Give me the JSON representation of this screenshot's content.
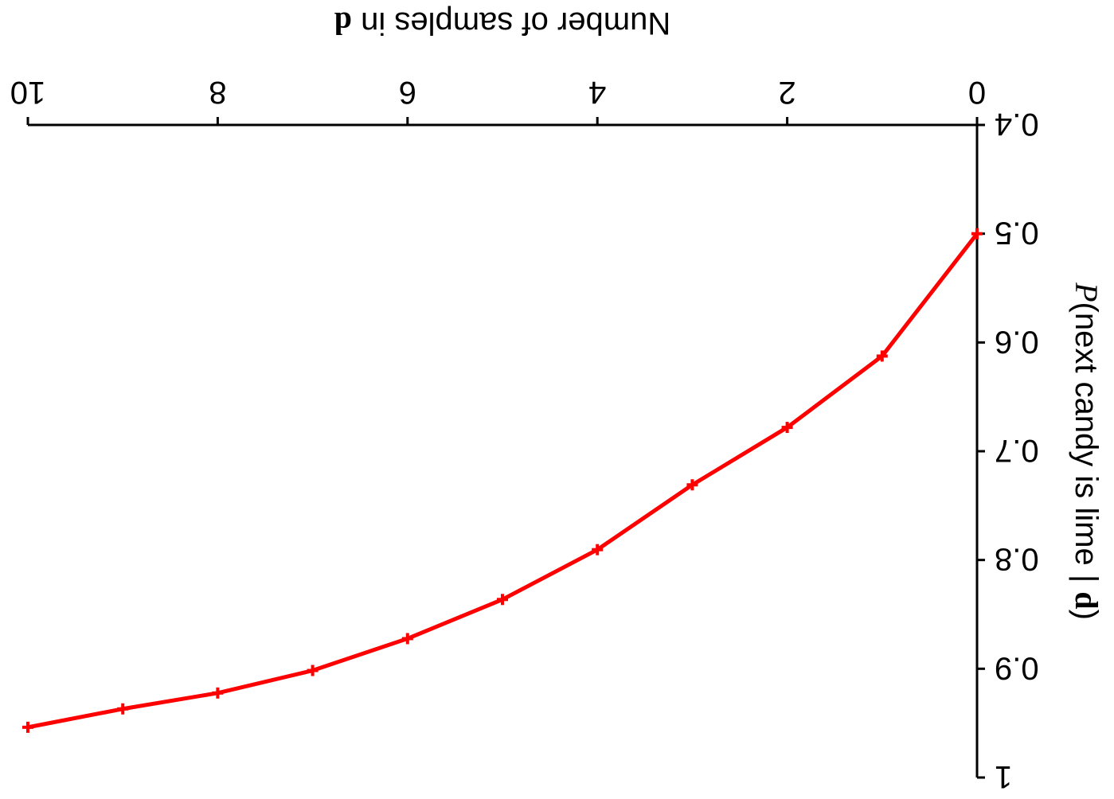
{
  "chart_data": {
    "type": "line",
    "orientation_note": "",
    "x": [
      0,
      1,
      2,
      3,
      4,
      5,
      6,
      7,
      8,
      9,
      10
    ],
    "series": [
      {
        "values": [
          0.5,
          0.6125,
          0.6781,
          0.7309,
          0.7905,
          0.8363,
          0.8723,
          0.9016,
          0.9223,
          0.9369,
          0.9538
        ],
        "color": "#ff0000",
        "marker": "plus"
      }
    ],
    "xlabel": {
      "prefix": "Number of samples in ",
      "bold": "d"
    },
    "ylabel": {
      "ital": "P",
      "middle": "(next candy is lime | ",
      "bold": "d",
      "suffix": ")"
    },
    "xlim": [
      0,
      10
    ],
    "ylim": [
      0.4,
      1
    ],
    "xticks": [
      "0",
      "2",
      "4",
      "6",
      "8",
      "10"
    ],
    "yticks": [
      "0.4",
      "0.5",
      "0.6",
      "0.7",
      "0.8",
      "0.9",
      "1"
    ],
    "grid": false,
    "legend": "none",
    "rotation_degrees": 180
  }
}
